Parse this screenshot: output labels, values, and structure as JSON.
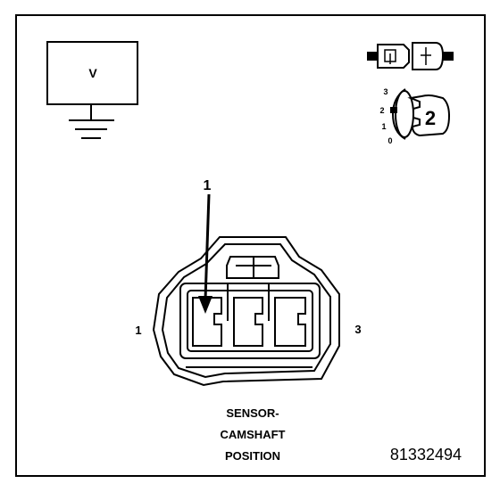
{
  "meter": {
    "label": "V"
  },
  "dial": {
    "ticks": [
      "3",
      "2",
      "1",
      "0"
    ],
    "range_number": "2"
  },
  "callout": {
    "number": "1"
  },
  "connector": {
    "pin_left": "1",
    "pin_right": "3"
  },
  "caption": {
    "line1": "SENSOR-",
    "line2": "CAMSHAFT",
    "line3": "POSITION"
  },
  "figure_id": "81332494"
}
